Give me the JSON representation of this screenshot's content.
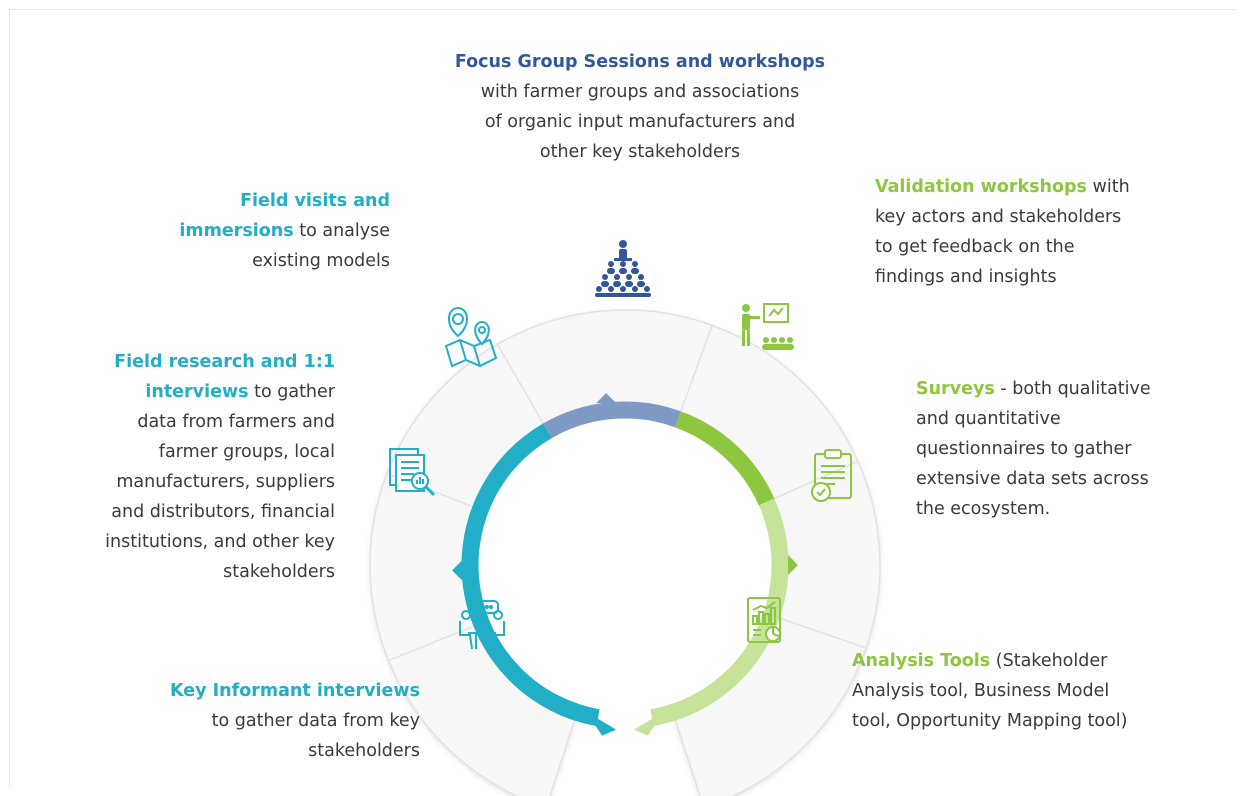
{
  "colors": {
    "blue": "#33579a",
    "teal": "#22aec6",
    "green": "#8dc63f",
    "light_green": "#c6e39a",
    "text": "#3a3a3a",
    "segment_fill": "#f7f7f7",
    "segment_line": "#e2e2e2"
  },
  "items": {
    "focus_group": {
      "title": "Focus Group Sessions and workshops",
      "line1": "with farmer groups and associations",
      "line2": "of organic input manufacturers and",
      "line3": "other key stakeholders",
      "icon": "audience-presentation-icon"
    },
    "field_visits": {
      "title_1": "Field visits and",
      "title_2": "immersions",
      "rest_1": " to analyse",
      "line3": "existing models",
      "icon": "map-location-pins-icon"
    },
    "field_research": {
      "title_1": "Field research and 1:1",
      "title_2": "interviews",
      "rest_1": " to gather",
      "line3": "data from farmers and",
      "line4": "farmer groups, local",
      "line5": "manufacturers, suppliers",
      "line6": "and distributors, financial",
      "line7": "institutions, and other key",
      "line8": "stakeholders",
      "icon": "document-magnifier-icon"
    },
    "key_informant": {
      "title": "Key Informant interviews",
      "line2": "to gather data from key",
      "line3": "stakeholders",
      "icon": "interview-chat-icon"
    },
    "validation": {
      "title": "Validation workshops",
      "rest_1": " with",
      "line2": "key actors and stakeholders",
      "line3": "to get feedback on the",
      "line4": "findings and insights",
      "icon": "presenter-board-icon"
    },
    "surveys": {
      "title": "Surveys",
      "rest_1": " - both qualitative",
      "line2": "and quantitative",
      "line3": "questionnaires to gather",
      "line4": "extensive data sets across",
      "line5": "the ecosystem.",
      "icon": "clipboard-check-icon"
    },
    "analysis": {
      "title": "Analysis Tools",
      "rest_1": " (Stakeholder",
      "line2": "Analysis tool, Business Model",
      "line3": "tool, Opportunity Mapping tool)",
      "icon": "report-chart-icon"
    }
  }
}
